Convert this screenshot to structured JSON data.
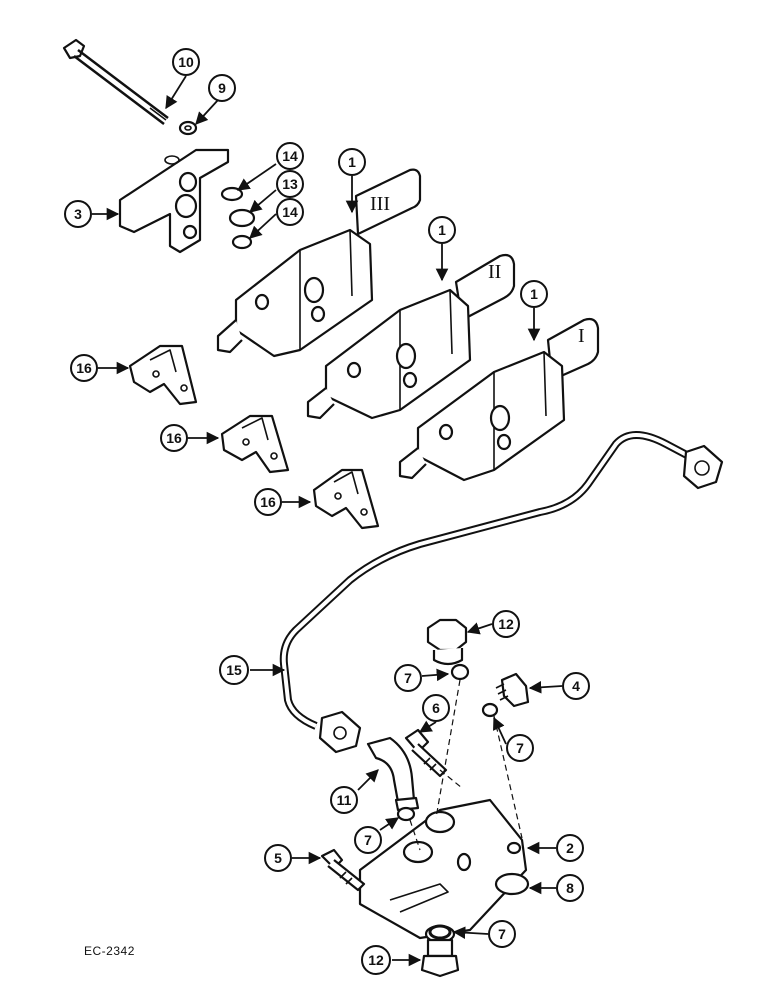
{
  "figure_code": "EC-2342",
  "callouts": [
    "10",
    "9",
    "3",
    "14",
    "13",
    "14",
    "1",
    "1",
    "1",
    "16",
    "16",
    "16",
    "15",
    "12",
    "7",
    "4",
    "6",
    "7",
    "11",
    "7",
    "2",
    "5",
    "8",
    "7",
    "12"
  ],
  "roman_numerals": [
    "III",
    "II",
    "I"
  ]
}
